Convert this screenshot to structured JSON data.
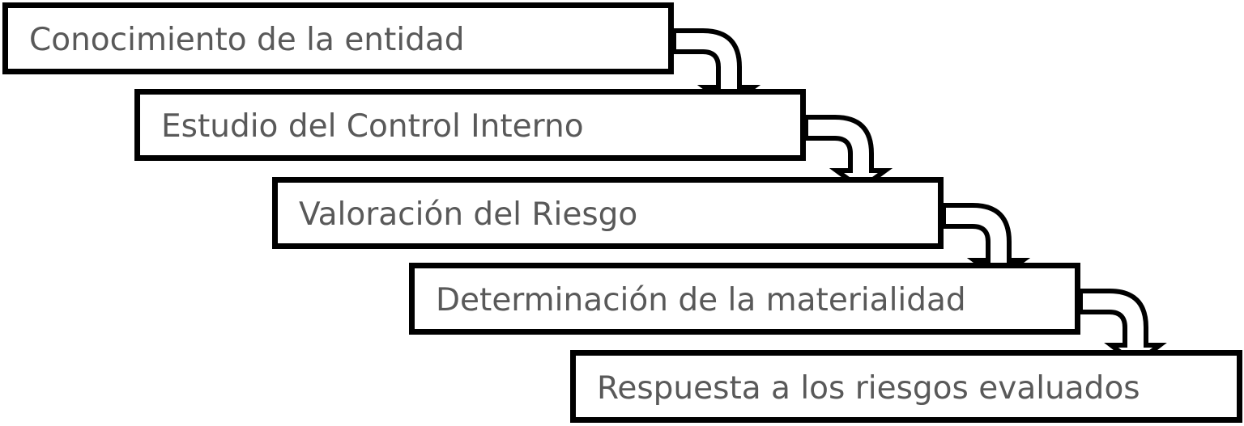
{
  "diagram": {
    "steps": [
      {
        "label": "Conocimiento de la entidad"
      },
      {
        "label": "Estudio del Control Interno"
      },
      {
        "label": "Valoración del Riesgo"
      },
      {
        "label": "Determinación de la materialidad"
      },
      {
        "label": "Respuesta a los riesgos evaluados"
      }
    ],
    "colors": {
      "border": "#000000",
      "text": "#595959",
      "background": "#ffffff"
    }
  }
}
